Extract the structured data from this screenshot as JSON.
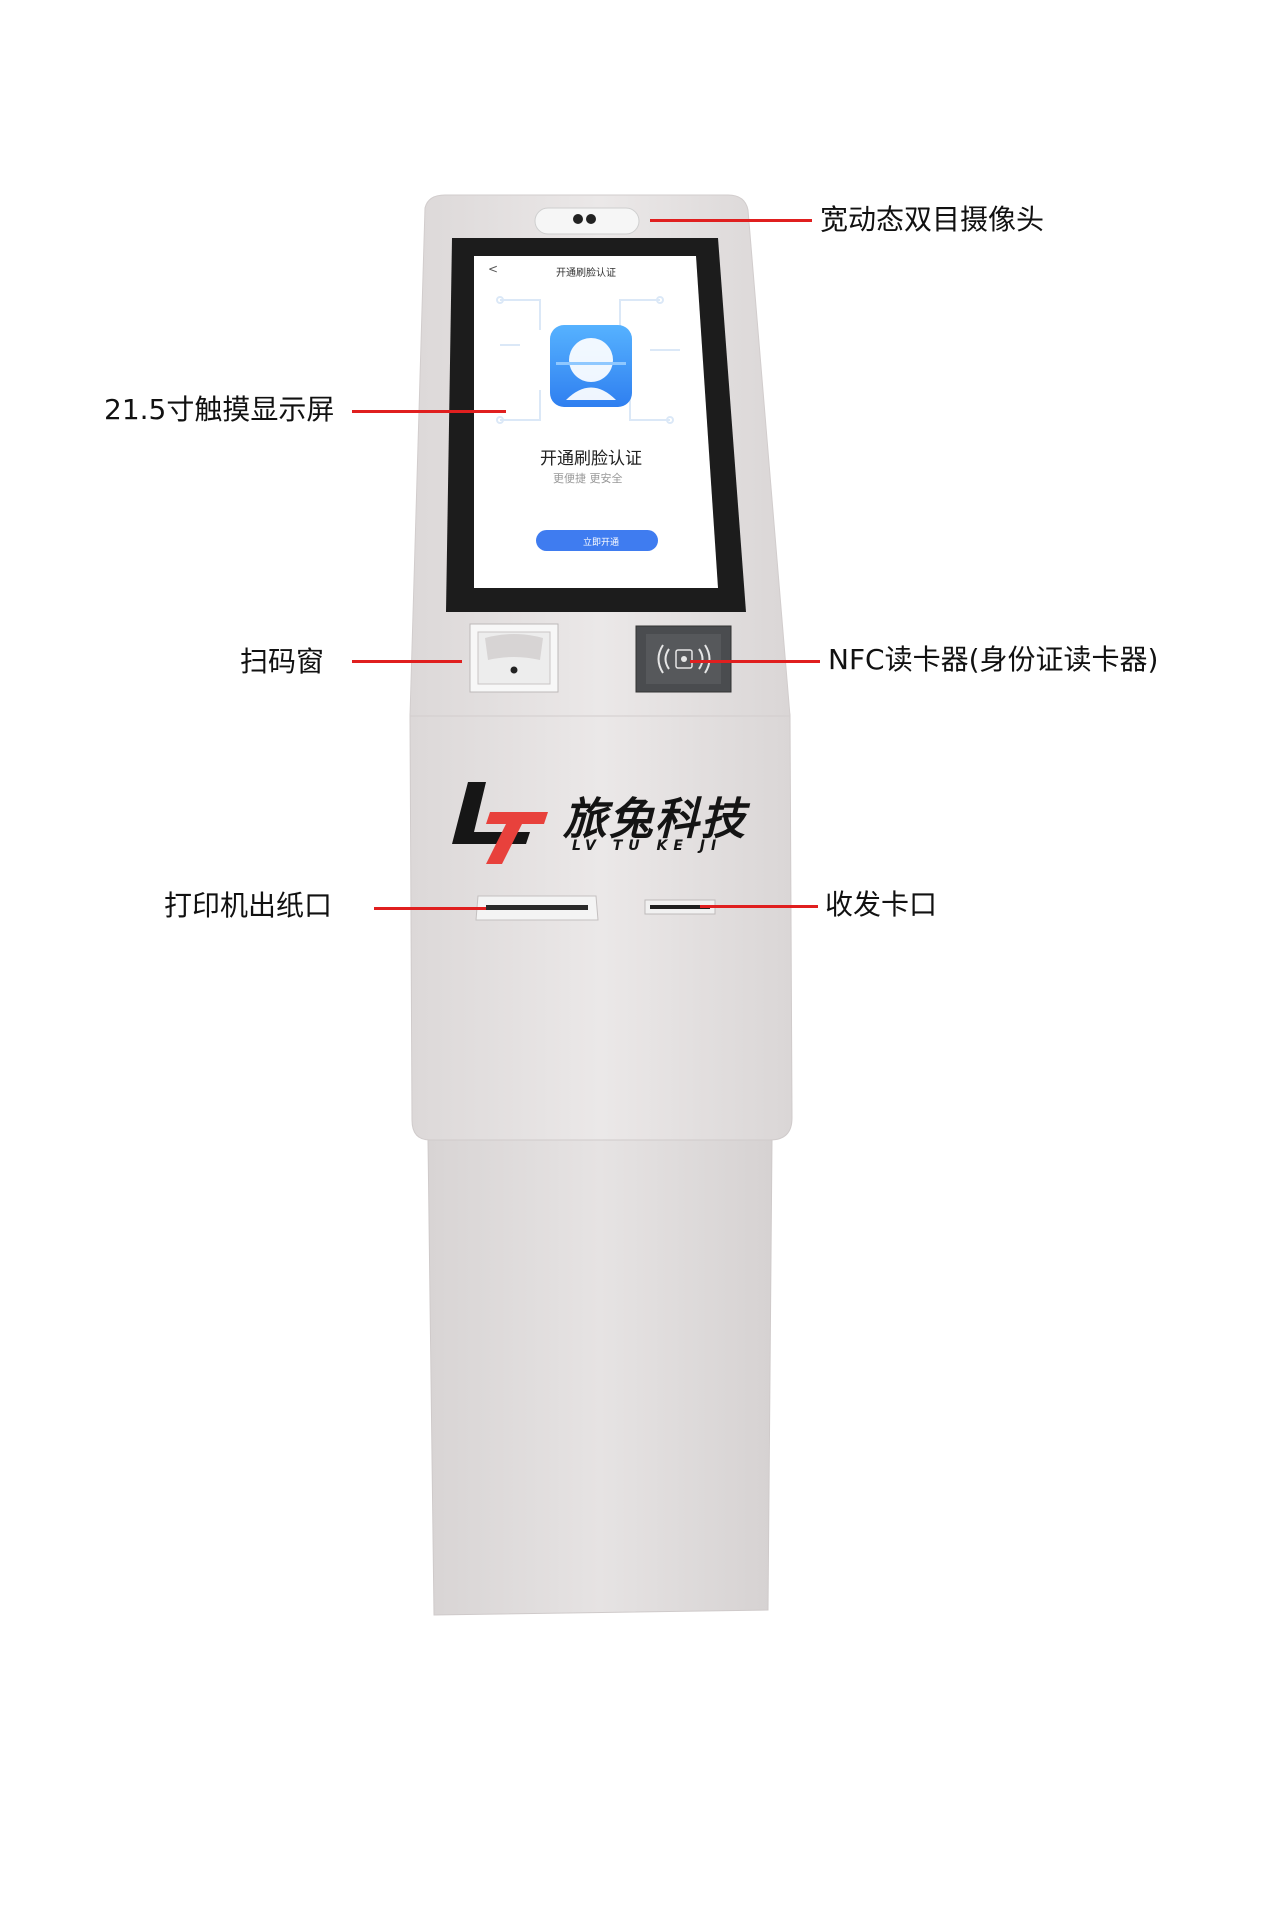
{
  "callouts": {
    "camera": "宽动态双目摄像头",
    "screen": "21.5寸触摸显示屏",
    "scanner": "扫码窗",
    "nfc": "NFC读卡器(身份证读卡器)",
    "printer": "打印机出纸口",
    "card": "收发卡口"
  },
  "screen": {
    "header_title": "开通刷脸认证",
    "back_glyph": "<",
    "main_title": "开通刷脸认证",
    "subtitle": "更便捷  更安全",
    "button_label": "立即开通"
  },
  "brand": {
    "name_cn": "旅兔科技",
    "name_en": "LV TU KE JI",
    "logo_letters": "LT"
  },
  "colors": {
    "leader": "#e01f1f",
    "kiosk_body": "#e4e1e1",
    "screen_button": "#3f7cf0",
    "logo_red": "#e8413c"
  },
  "icons": {
    "face": "face-id-icon",
    "nfc": "nfc-icon",
    "scanner": "scanner-icon"
  }
}
